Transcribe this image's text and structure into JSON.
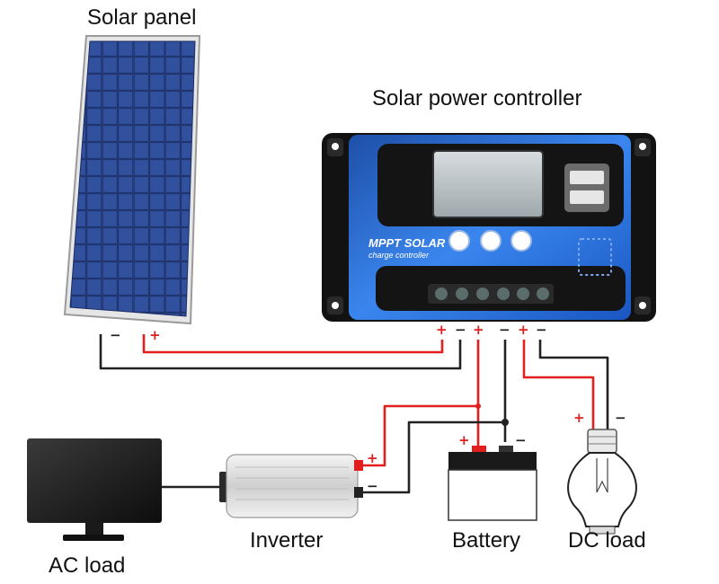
{
  "labels": {
    "solar_panel": "Solar panel",
    "controller": "Solar power controller",
    "inverter": "Inverter",
    "battery": "Battery",
    "dc_load": "DC load",
    "ac_load": "AC load"
  },
  "controller": {
    "brand": "MPPT SOLAR",
    "subtitle": "charge controller"
  },
  "signs": {
    "plus": "+",
    "minus": "−"
  },
  "colors": {
    "positive": "#e21e1e",
    "negative": "#222222",
    "controller_blue": "#2b6fd6"
  }
}
